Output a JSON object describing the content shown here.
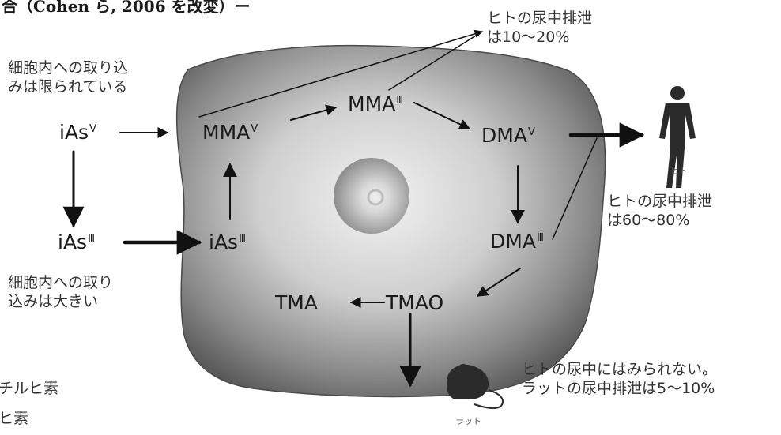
{
  "caption": "合（Cohen ら, 2006 を改変）ー",
  "colors": {
    "cell_light": "#ebebeb",
    "cell_dark": "#5f5f5f",
    "arrow": "#111111",
    "silhouette": "#2b2b2b"
  },
  "species": {
    "iAsV": {
      "base": "iAs",
      "sup": "Ⅴ"
    },
    "iAsIII": {
      "base": "iAs",
      "sup": "Ⅲ"
    },
    "iAsIII_in": {
      "base": "iAs",
      "sup": "Ⅲ"
    },
    "MMAV": {
      "base": "MMA",
      "sup": "Ⅴ"
    },
    "MMAIII": {
      "base": "MMA",
      "sup": "Ⅲ"
    },
    "DMAV": {
      "base": "DMA",
      "sup": "Ⅴ"
    },
    "DMAIII": {
      "base": "DMA",
      "sup": "Ⅲ"
    },
    "TMAO": {
      "base": "TMAO"
    },
    "TMA": {
      "base": "TMA"
    }
  },
  "notes": {
    "uptake_limited": [
      "細胞内への取り込",
      "みは限られている"
    ],
    "uptake_large": [
      "細胞内への取り",
      "込みは大きい"
    ],
    "human_urine_mma": [
      "ヒトの尿中排泄",
      "は10〜20%"
    ],
    "human_urine_dma": [
      "ヒトの尿中排泄",
      "は60〜80%"
    ],
    "rat_urine": [
      "ヒトの尿中にはみられない。",
      "ラットの尿中排泄は5〜10%"
    ],
    "human_icon_label": "ヒト",
    "rat_icon_label": "ラット"
  },
  "legend_partial": [
    "チルヒ素",
    "ヒ素"
  ]
}
